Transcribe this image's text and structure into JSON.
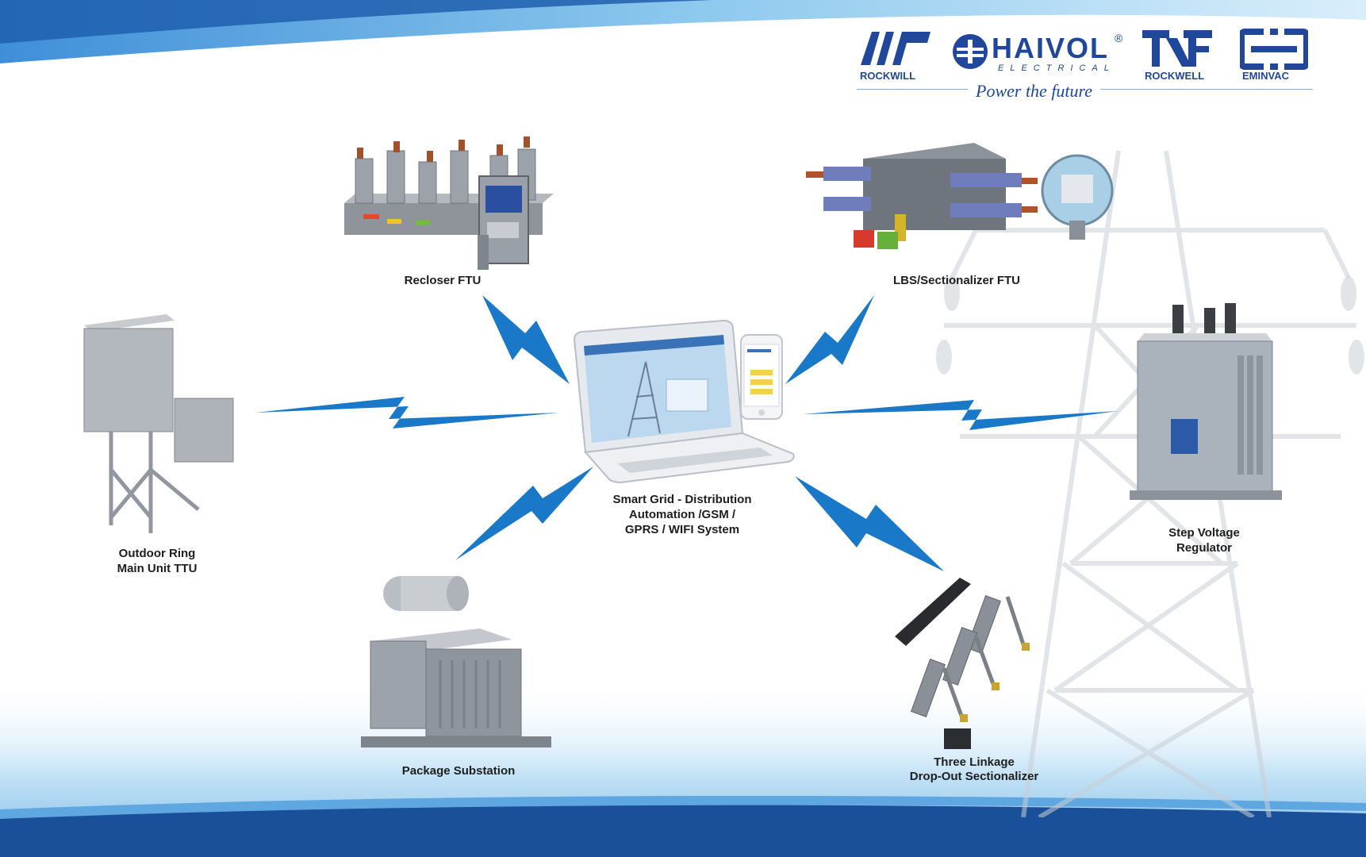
{
  "brand": {
    "logos": [
      {
        "name": "ROCKWILL",
        "icon": "rockwill-rw-icon"
      },
      {
        "name": "HAIVOL",
        "sub": "ELECTRICAL",
        "icon": "haivol-globe-icon"
      },
      {
        "name": "ROCKWELL",
        "icon": "rockwell-trf-icon"
      },
      {
        "name": "EMINVAC",
        "icon": "eminvac-icon"
      }
    ],
    "tagline": "Power the future",
    "registered": "®"
  },
  "nodes": {
    "center": {
      "lines": [
        "Smart Grid - Distribution",
        "Automation /GSM /",
        "GPRS / WIFI  System"
      ]
    },
    "recloser": {
      "lines": [
        "Recloser FTU"
      ]
    },
    "lbs": {
      "lines": [
        "LBS/Sectionalizer FTU"
      ]
    },
    "rmu": {
      "lines": [
        "Outdoor Ring",
        "Main Unit TTU"
      ]
    },
    "regulator": {
      "lines": [
        "Step Voltage",
        "Regulator"
      ]
    },
    "substation": {
      "lines": [
        "Package Substation"
      ]
    },
    "dropout": {
      "lines": [
        "Three Linkage",
        "Drop-Out Sectionalizer"
      ]
    }
  },
  "colors": {
    "bolt": "#1a78c9",
    "banner_dark": "#1a4f9a",
    "banner_light": "#7fc1ea",
    "logo_blue": "#21479a",
    "label": "#1e1e1e"
  }
}
